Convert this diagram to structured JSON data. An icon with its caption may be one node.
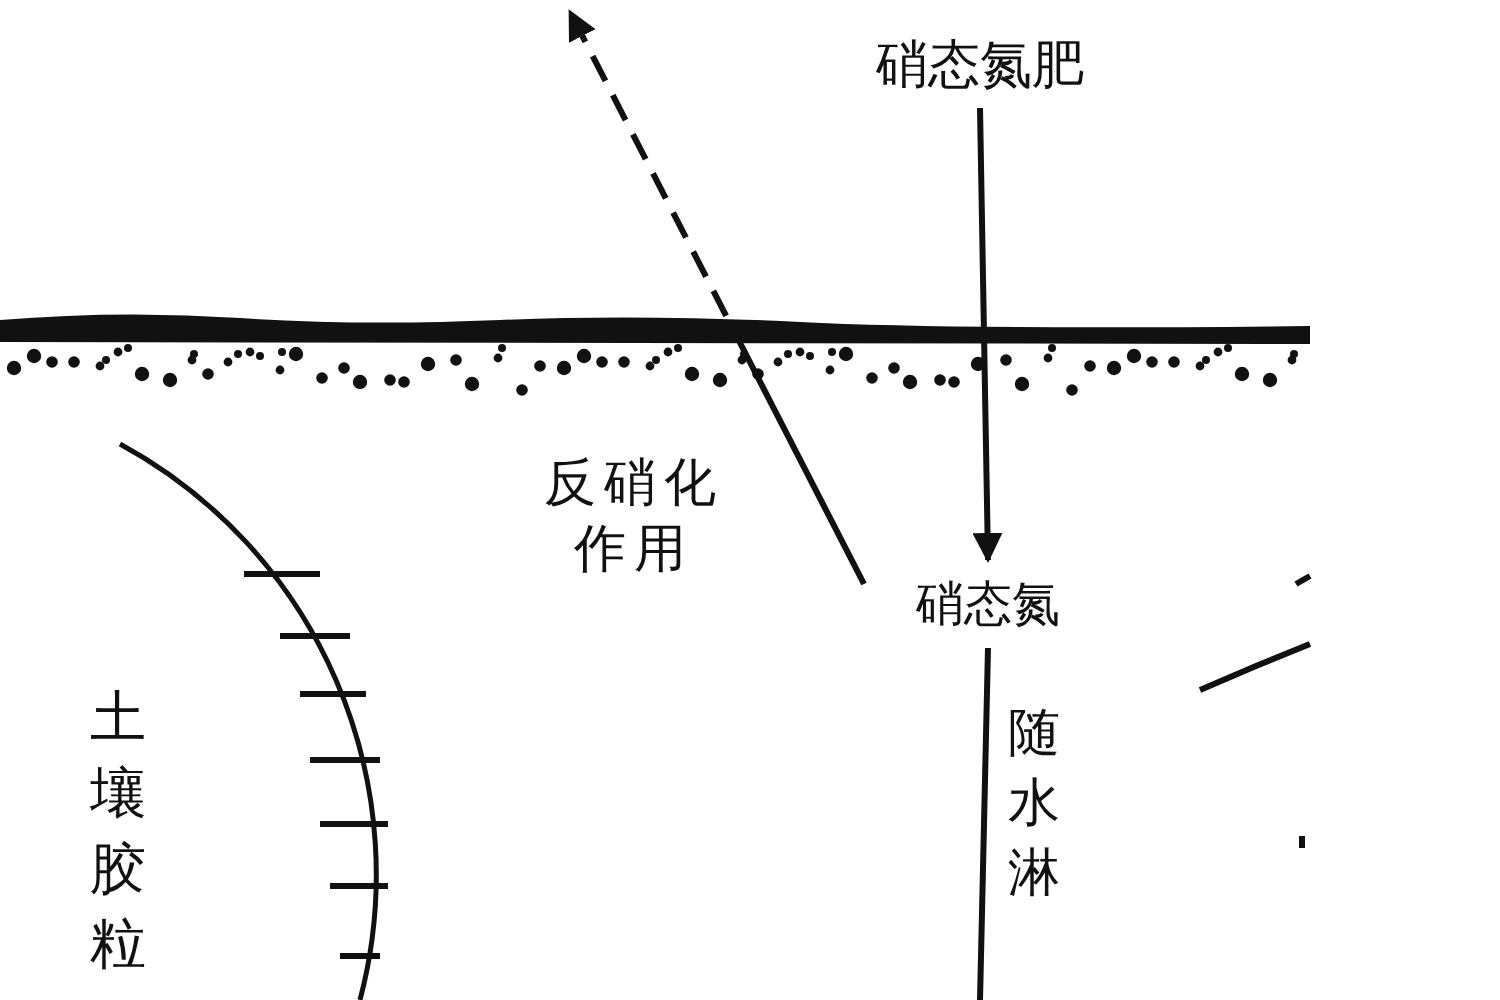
{
  "diagram": {
    "nodes": [
      {
        "text": [
          "硝态氮肥"
        ]
      },
      {
        "text": [
          "硝态氮"
        ]
      }
    ],
    "edges": [
      {
        "from": 0,
        "to": 1,
        "arrow": "to"
      },
      {
        "from": 1,
        "to": null,
        "arrow": "to",
        "style": "dashed",
        "label": "反硝化作用"
      },
      {
        "from": 1,
        "to": null,
        "arrow": "none",
        "label": "随水淋"
      }
    ],
    "labels": [
      "土壤胶粒"
    ]
  }
}
